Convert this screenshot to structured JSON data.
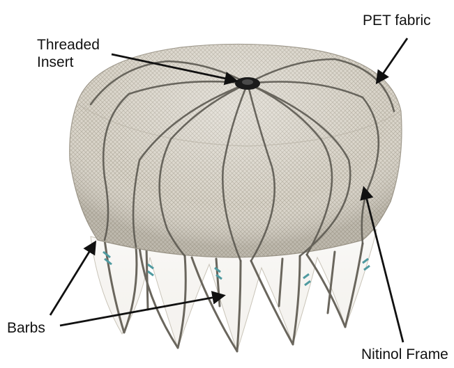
{
  "labels": {
    "threaded_insert_line1": "Threaded",
    "threaded_insert_line2": "Insert",
    "pet_fabric": "PET fabric",
    "barbs": "Barbs",
    "nitinol_frame": "Nitinol Frame"
  },
  "colors": {
    "fabric": "#cfc9bd",
    "fabric_shadow": "#a9a397",
    "frame_wire": "#5d5a52",
    "barb_sutures": "#4f9aa0",
    "insert": "#1b1b1b",
    "arrow": "#111111"
  }
}
